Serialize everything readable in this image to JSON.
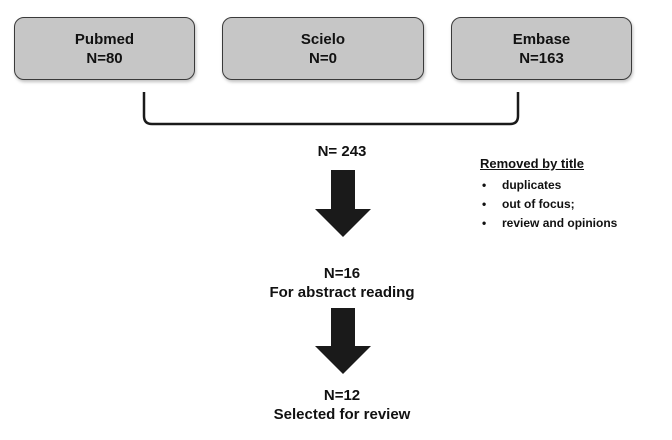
{
  "sources": [
    {
      "name": "Pubmed",
      "count": "N=80"
    },
    {
      "name": "Scielo",
      "count": "N=0"
    },
    {
      "name": "Embase",
      "count": "N=163"
    }
  ],
  "total": {
    "label": "N= 243"
  },
  "removed": {
    "title": "Removed by title",
    "items": [
      "duplicates",
      "out of focus;",
      "review and opinions"
    ]
  },
  "abstract": {
    "count": "N=16",
    "label": "For abstract reading"
  },
  "selected": {
    "count": "N=12",
    "label": "Selected for review"
  },
  "colors": {
    "box_fill": "#c6c6c6",
    "box_border": "#3a3a3a",
    "arrow": "#1a1a1a",
    "line": "#1a1a1a"
  }
}
